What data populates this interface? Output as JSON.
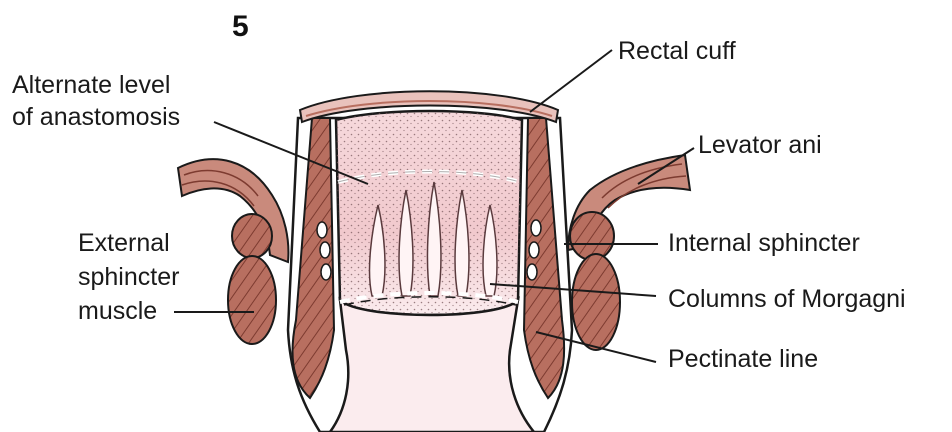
{
  "figure_number": "5",
  "labels": {
    "rectal_cuff": "Rectal cuff",
    "alternate_level": [
      "Alternate level",
      "of anastomosis"
    ],
    "levator_ani": "Levator ani",
    "external_sphincter": [
      "External",
      "sphincter",
      "muscle"
    ],
    "internal_sphincter": "Internal sphincter",
    "columns_of_morgagni": "Columns of Morgagni",
    "pectinate_line": "Pectinate line"
  },
  "colors": {
    "muscle": "#b86f60",
    "muscle_dark": "#8a4538",
    "mucosa": "#f4d6d8",
    "mucosa_light": "#fbecee",
    "outline": "#1a1a1a",
    "cuff": "#e9c2bc"
  }
}
